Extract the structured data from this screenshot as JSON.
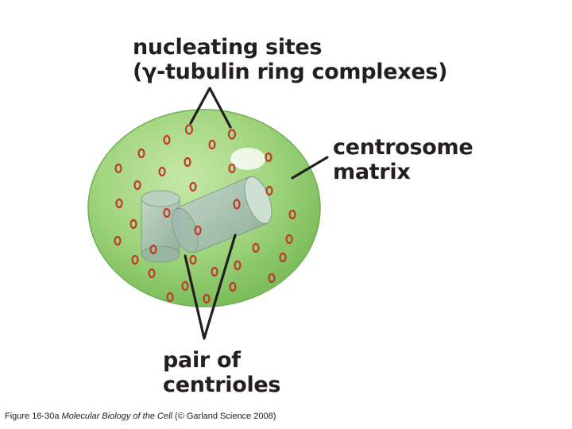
{
  "labels": {
    "nucleating_line1": "nucleating sites",
    "nucleating_line2": "(γ-tubulin ring complexes)",
    "matrix_line1": "centrosome",
    "matrix_line2": "matrix",
    "centrioles_line1": "pair of",
    "centrioles_line2": "centrioles"
  },
  "caption": {
    "figure": "Figure 16-30a",
    "book": "Molecular Biology of the Cell",
    "credit": "(© Garland Science 2008)"
  },
  "colors": {
    "sphere": "#9dd37a",
    "sphere_edge": "#6fae52",
    "ring": "#c0392b",
    "centriole": "#a9bfb9",
    "line": "#231f20"
  }
}
